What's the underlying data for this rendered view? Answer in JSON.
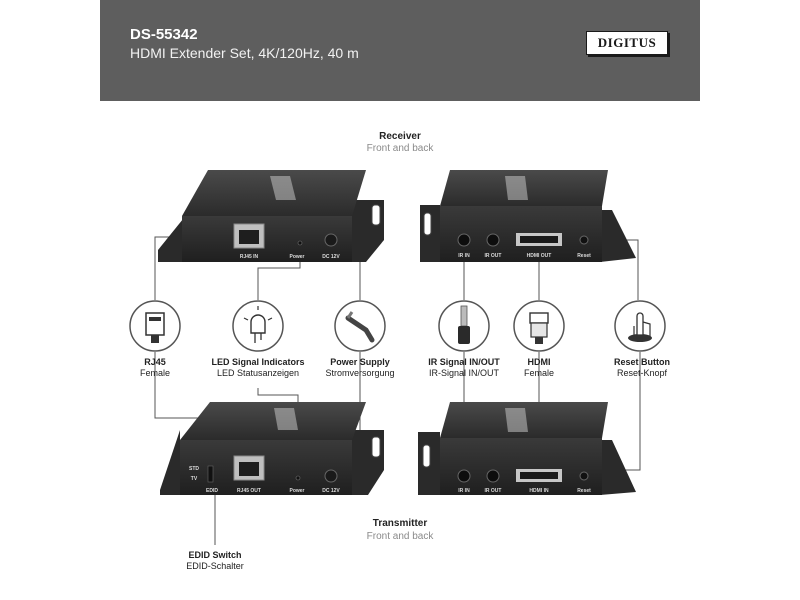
{
  "header": {
    "code": "DS-55342",
    "description": "HDMI Extender Set, 4K/120Hz, 40 m",
    "logo_text": "DIGITUS"
  },
  "receiver": {
    "title": "Receiver",
    "subtitle": "Front and back"
  },
  "transmitter": {
    "title": "Transmitter",
    "subtitle": "Front and back"
  },
  "callouts": [
    {
      "title": "RJ45",
      "sub": "Female",
      "icon": "rj45-plug-icon"
    },
    {
      "title": "LED Signal Indicators",
      "sub": "LED Statusanzeigen",
      "icon": "led-icon"
    },
    {
      "title": "Power Supply",
      "sub": "Stromversorgung",
      "icon": "power-plug-icon"
    },
    {
      "title": "IR Signal IN/OUT",
      "sub": "IR-Signal IN/OUT",
      "icon": "audio-jack-icon"
    },
    {
      "title": "HDMI",
      "sub": "Female",
      "icon": "hdmi-plug-icon"
    },
    {
      "title": "Reset Button",
      "sub": "Reset-Knopf",
      "icon": "reset-finger-icon"
    }
  ],
  "edid": {
    "title": "EDID Switch",
    "sub": "EDID-Schalter"
  },
  "port_labels": {
    "rx_front": [
      "RJ45 IN",
      "Power",
      "DC 12V"
    ],
    "rx_back": [
      "IR IN",
      "IR OUT",
      "HDMI OUT",
      "Reset"
    ],
    "tx_front": [
      "STD",
      "TV",
      "EDID",
      "RJ45 OUT",
      "Power",
      "DC 12V"
    ],
    "tx_back": [
      "IR IN",
      "IR OUT",
      "HDMI IN",
      "Reset"
    ]
  },
  "colors": {
    "header": "#5e5e5e",
    "device": "#2f2f2f",
    "line": "#555555"
  }
}
